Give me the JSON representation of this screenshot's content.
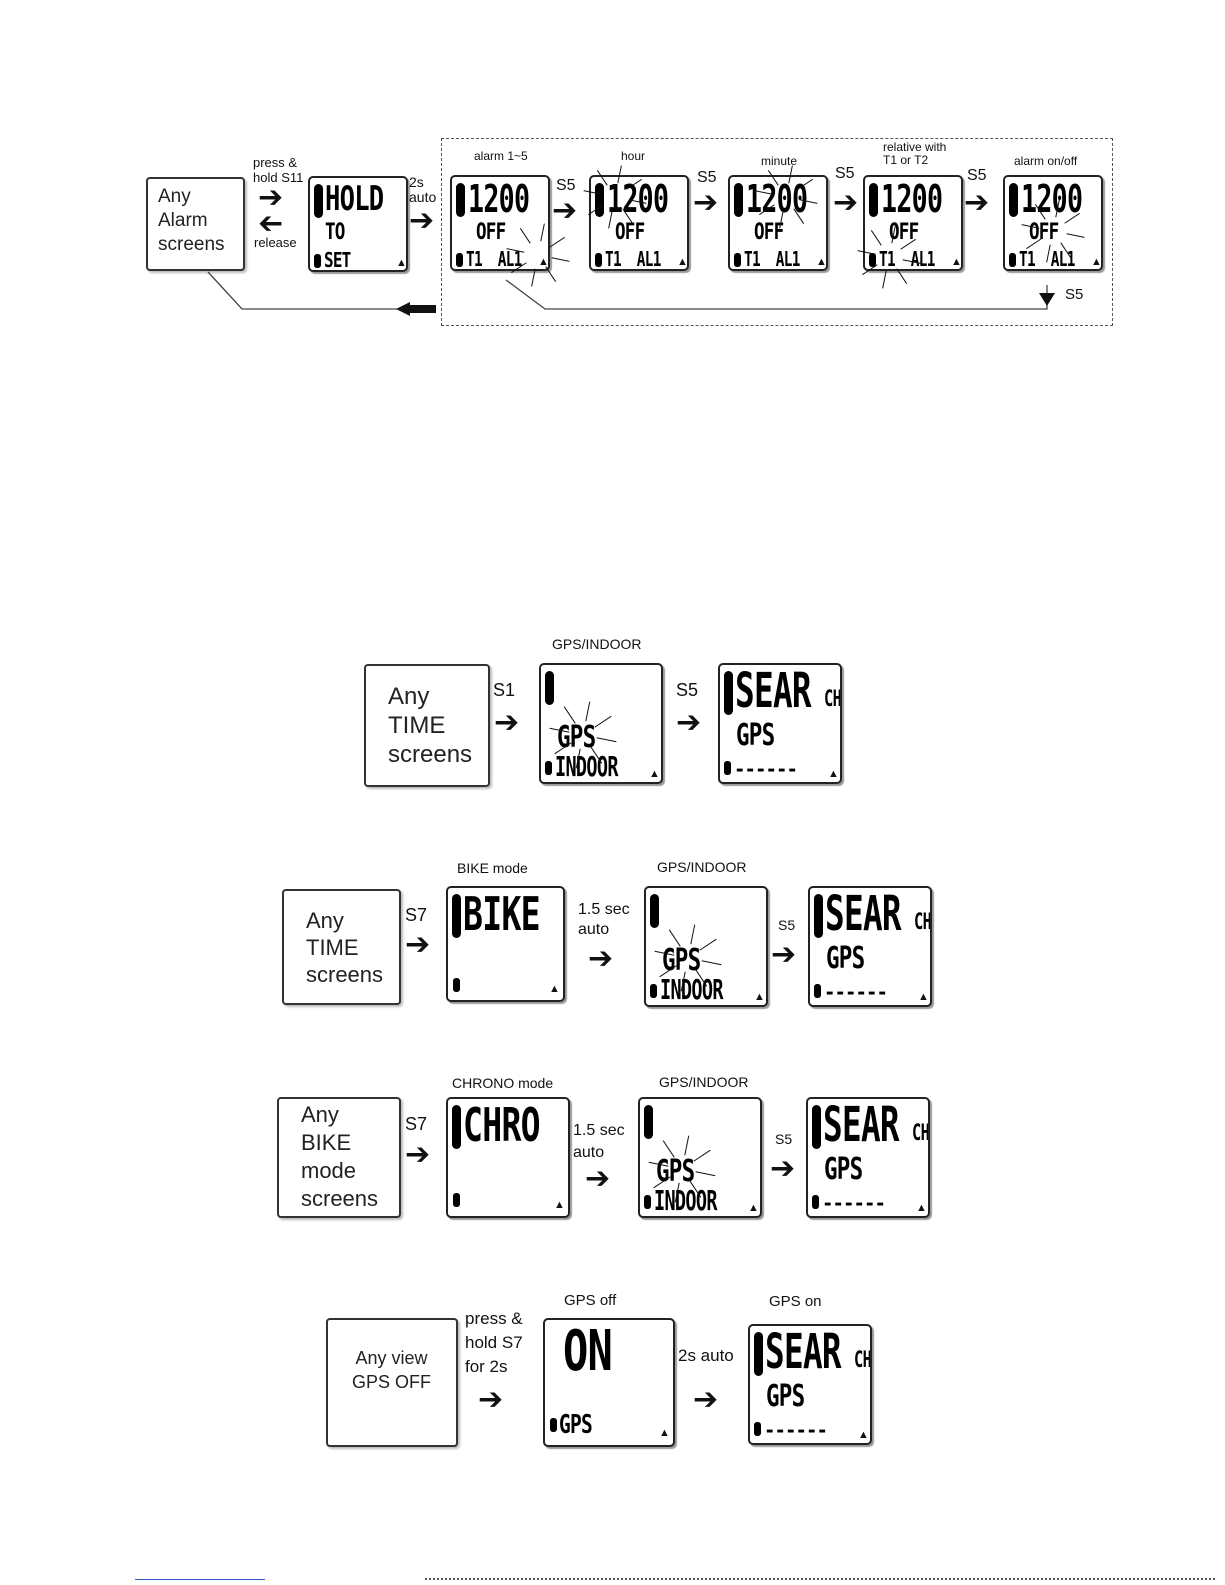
{
  "section1": {
    "start_box": "Any\nAlarm\nscreens",
    "press_label": "press &\nhold S11",
    "release_label": "release",
    "auto_label": "2s\nauto",
    "hold_screen": {
      "line1": "HOLD",
      "line2": "TO",
      "line3": "SET"
    },
    "alarm_screen": {
      "time": "1200",
      "state": "OFF",
      "bottom": "T1  AL1"
    },
    "screen_labels": [
      "alarm 1~5",
      "hour",
      "minute",
      "relative with\nT1 or T2",
      "alarm on/off"
    ],
    "button": "S5",
    "return_button": "S5"
  },
  "section2": {
    "start_box": "Any\nTIME\nscreens",
    "button1": "S1",
    "label1": "GPS/INDOOR",
    "button2": "S5"
  },
  "section3": {
    "start_box": "Any\nTIME\nscreens",
    "button1": "S7",
    "label1": "BIKE mode",
    "mode_text": "BIKE",
    "auto_label": "1.5 sec\nauto",
    "label2": "GPS/INDOOR",
    "button2": "S5"
  },
  "section4": {
    "start_box": "Any\nBIKE\nmode\nscreens",
    "button1": "S7",
    "label1": "CHRONO mode",
    "mode_text": "CHRO",
    "auto_label": "1.5 sec\nauto",
    "label2": "GPS/INDOOR",
    "button2": "S5"
  },
  "section5": {
    "start_box": "Any view\nGPS OFF",
    "press_label": "press &\nhold S7\nfor 2s",
    "label1": "GPS off",
    "on_text": "ON",
    "gps_text": "GPS",
    "auto_label": "2s auto",
    "label2": "GPS on"
  },
  "gps_screen": {
    "line1": "GPS",
    "line2": "INDOOR"
  },
  "search_screen": {
    "line1": "SEAR",
    "suffix": "CH",
    "line2": "GPS",
    "line3": "------"
  },
  "icons": {
    "arrow": "arrow-right-icon",
    "bell": "bell-icon",
    "battery": "battery-icon"
  }
}
